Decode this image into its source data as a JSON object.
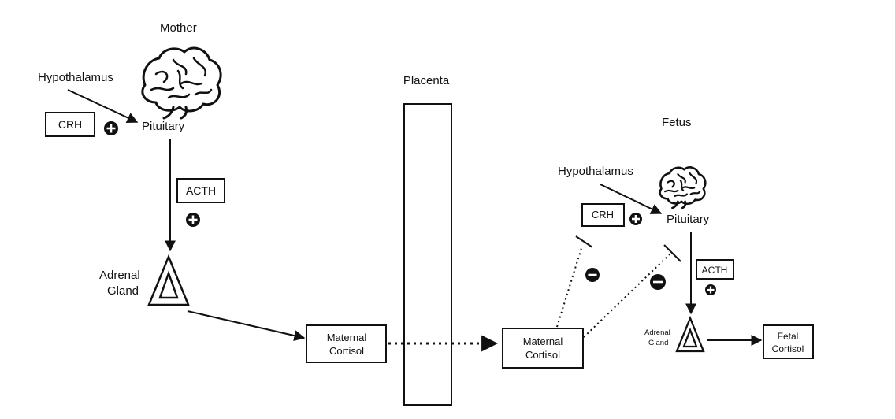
{
  "mother": {
    "title": "Mother",
    "hypothalamus": "Hypothalamus",
    "crh": "CRH",
    "pituitary": "Pituitary",
    "acth": "ACTH",
    "adrenal_line1": "Adrenal",
    "adrenal_line2": "Gland",
    "cortisol_line1": "Maternal",
    "cortisol_line2": "Cortisol"
  },
  "placenta": {
    "label": "Placenta"
  },
  "fetus": {
    "title": "Fetus",
    "hypothalamus": "Hypothalamus",
    "crh": "CRH",
    "pituitary": "Pituitary",
    "acth": "ACTH",
    "adrenal_line1": "Adrenal",
    "adrenal_line2": "Gland",
    "maternal_cortisol_line1": "Maternal",
    "maternal_cortisol_line2": "Cortisol",
    "fetal_cortisol_line1": "Fetal",
    "fetal_cortisol_line2": "Cortisol"
  },
  "icons": {
    "brain": "brain-icon",
    "positive": "plus-circle-icon",
    "negative": "minus-circle-icon",
    "gland": "adrenal-triangle-icon"
  }
}
